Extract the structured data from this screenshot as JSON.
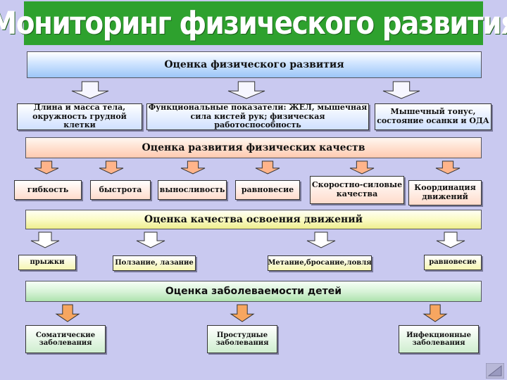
{
  "title": "Мониторинг физического развития",
  "section1": {
    "header": "Оценка физического развития",
    "items": [
      "Длина и масса тела, окружность грудной клетки",
      "Функциональные показатели: ЖЕЛ, мышечная сила кистей рук; физическая работоспособность",
      "Мышечный тонус, состояние осанки и ОДА"
    ]
  },
  "section2": {
    "header": "Оценка развития физических качеств",
    "items": [
      "гибкость",
      "быстрота",
      "выносливость",
      "равновесие",
      "Скоростно-силовые качества",
      "Координация движений"
    ]
  },
  "section3": {
    "header": "Оценка качества освоения движений",
    "items": [
      "прыжки",
      "Ползание, лазание",
      "Метание,бросание,ловля",
      "равновесие"
    ]
  },
  "section4": {
    "header": "Оценка заболеваемости детей",
    "items": [
      "Соматические заболевания",
      "Простудные заболевания",
      "Инфекционные заболевания"
    ]
  },
  "colors": {
    "background": "#c9c9f0",
    "title_bg": "#2ea12e",
    "section1": "#9cc6f7",
    "section2": "#ffcab0",
    "section3": "#eeee8e",
    "section4": "#aee3ae"
  },
  "icons": [
    "down-arrow-icon",
    "page-corner-icon"
  ]
}
